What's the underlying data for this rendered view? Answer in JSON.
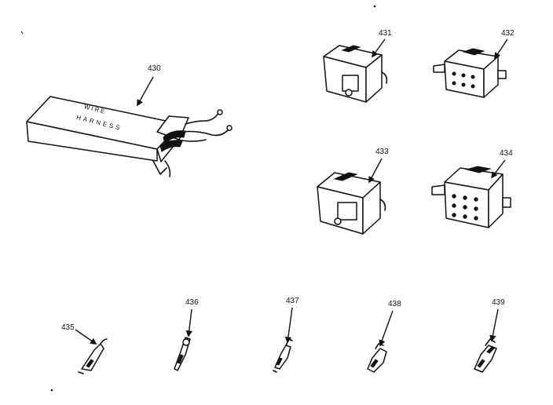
{
  "diagram": {
    "parts": [
      {
        "id": "430",
        "name": "wire harness box",
        "box_text_line1": "WIRE",
        "box_text_line2": "HARNESS"
      },
      {
        "id": "431",
        "name": "connector housing"
      },
      {
        "id": "432",
        "name": "connector plug 6-pin"
      },
      {
        "id": "433",
        "name": "connector housing"
      },
      {
        "id": "434",
        "name": "connector plug 9-pin"
      },
      {
        "id": "435",
        "name": "terminal"
      },
      {
        "id": "436",
        "name": "terminal"
      },
      {
        "id": "437",
        "name": "terminal"
      },
      {
        "id": "438",
        "name": "terminal"
      },
      {
        "id": "439",
        "name": "terminal"
      }
    ]
  }
}
